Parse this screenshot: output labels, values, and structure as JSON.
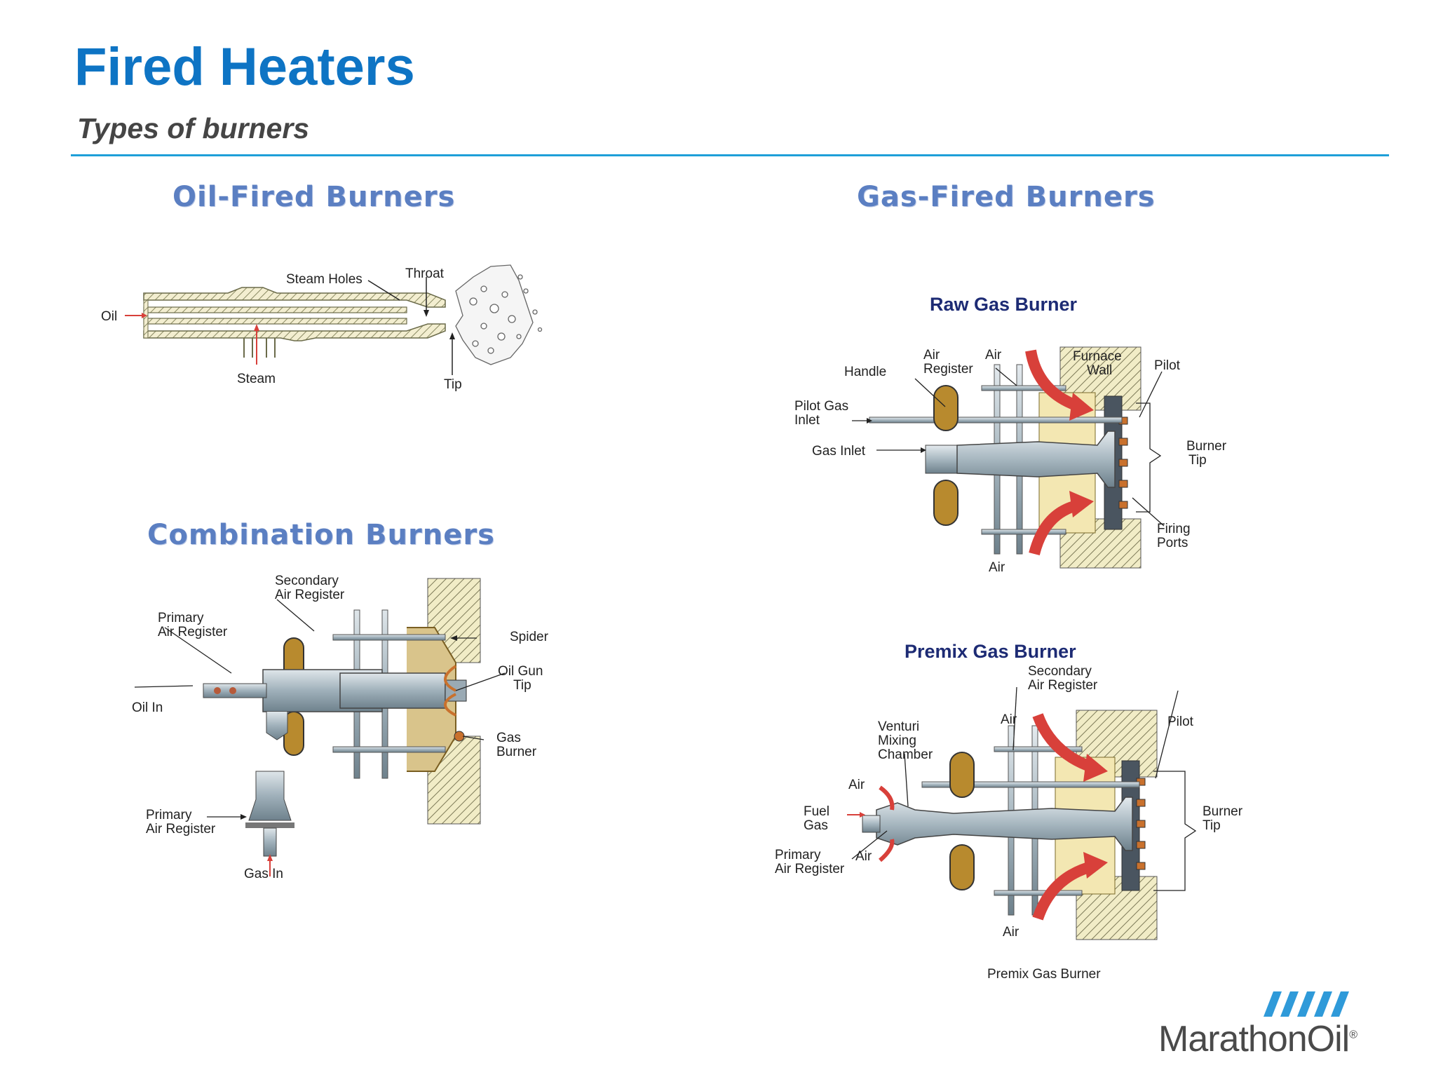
{
  "header": {
    "title": "Fired Heaters",
    "subtitle": "Types of burners"
  },
  "sections": {
    "oil": {
      "title": "Oil-Fired Burners",
      "labels": {
        "oil": "Oil",
        "steam_holes": "Steam Holes",
        "throat": "Throat",
        "steam": "Steam",
        "tip": "Tip"
      }
    },
    "combination": {
      "title": "Combination Burners",
      "labels": {
        "secondary_air_1": "Secondary",
        "secondary_air_2": "Air Register",
        "primary_air_1": "Primary",
        "primary_air_2": "Air Register",
        "spider": "Spider",
        "oil_gun_1": "Oil Gun",
        "oil_gun_2": "Tip",
        "oil_in": "Oil In",
        "gas_burner_1": "Gas",
        "gas_burner_2": "Burner",
        "primary_air_b_1": "Primary",
        "primary_air_b_2": "Air Register",
        "gas_in": "Gas In"
      }
    },
    "gas": {
      "title": "Gas-Fired Burners",
      "raw": {
        "title": "Raw Gas Burner",
        "labels": {
          "handle": "Handle",
          "air_register_1": "Air",
          "air_register_2": "Register",
          "air_top": "Air",
          "furnace_wall_1": "Furnace",
          "furnace_wall_2": "Wall",
          "pilot": "Pilot",
          "pilot_gas_1": "Pilot Gas",
          "pilot_gas_2": "Inlet",
          "gas_inlet": "Gas Inlet",
          "burner_tip_1": "Burner",
          "burner_tip_2": "Tip",
          "firing_ports_1": "Firing",
          "firing_ports_2": "Ports",
          "air_bottom": "Air"
        }
      },
      "premix": {
        "title": "Premix Gas Burner",
        "caption": "Premix Gas Burner",
        "labels": {
          "secondary_air_1": "Secondary",
          "secondary_air_2": "Air Register",
          "air_top": "Air",
          "pilot": "Pilot",
          "venturi_1": "Venturi",
          "venturi_2": "Mixing",
          "venturi_3": "Chamber",
          "air_left": "Air",
          "fuel_gas_1": "Fuel",
          "fuel_gas_2": "Gas",
          "burner_tip_1": "Burner",
          "burner_tip_2": "Tip",
          "primary_air_1": "Primary",
          "primary_air_2": "Air Register",
          "air_left_bottom": "Air",
          "air_bottom": "Air"
        }
      }
    }
  },
  "logo": {
    "text": "MarathonOil",
    "mark": "®"
  },
  "colors": {
    "title": "#0e74c4",
    "rule": "#1e9fd8",
    "section": "#5b7fc2",
    "steel": "#aebbc4",
    "wall_fill": "#f1ecc6",
    "flame_arrow": "#d8403a",
    "handle": "#b88a2e"
  }
}
